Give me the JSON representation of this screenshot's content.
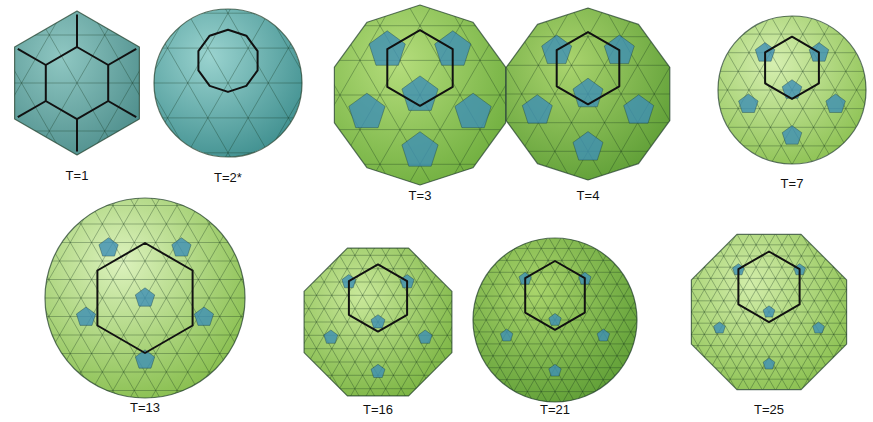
{
  "diagram": {
    "labels": [
      "T=1",
      "T=2*",
      "T=3",
      "T=4",
      "T=7",
      "T=13",
      "T=16",
      "T=21",
      "T=25"
    ]
  }
}
